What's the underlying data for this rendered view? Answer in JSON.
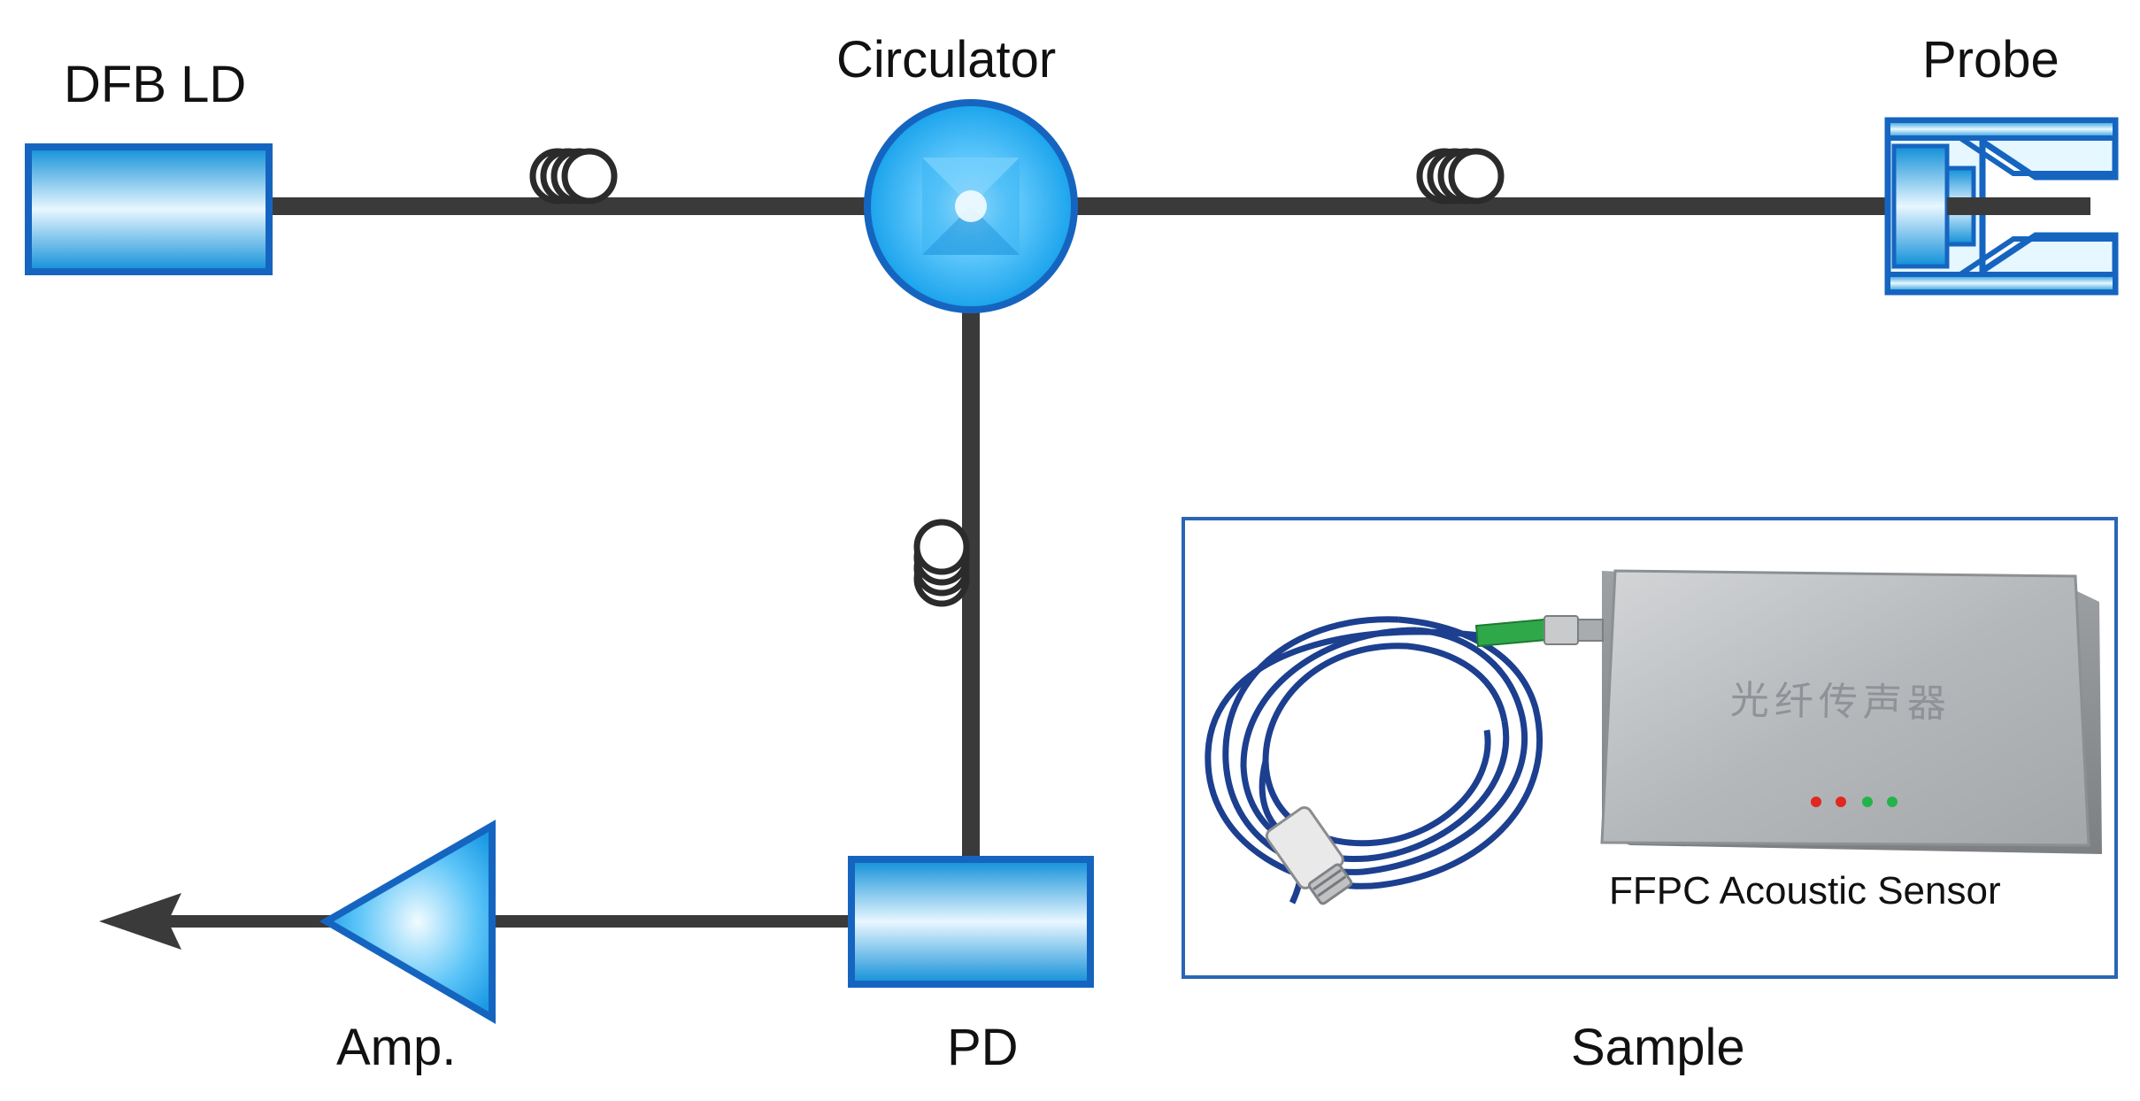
{
  "labels": {
    "dfb_ld": "DFB LD",
    "circulator": "Circulator",
    "probe": "Probe",
    "amp": "Amp.",
    "pd": "PD",
    "sample": "Sample",
    "sensor_caption": "FFPC Acoustic Sensor",
    "sensor_chinese_text": "光纤传声器"
  },
  "colors": {
    "component_blue": "#1e9be0",
    "component_stroke": "#1565c0",
    "fiber": "#3a3a3a",
    "sample_border": "#2a66b5",
    "cable_blue": "#1c3f8f",
    "connector_green": "#2fa84a",
    "sensor_box": "#b9bcbf",
    "led_red": "#e0281e",
    "led_green": "#24b34a"
  },
  "sensor_leds": [
    "red",
    "red",
    "green",
    "green"
  ]
}
